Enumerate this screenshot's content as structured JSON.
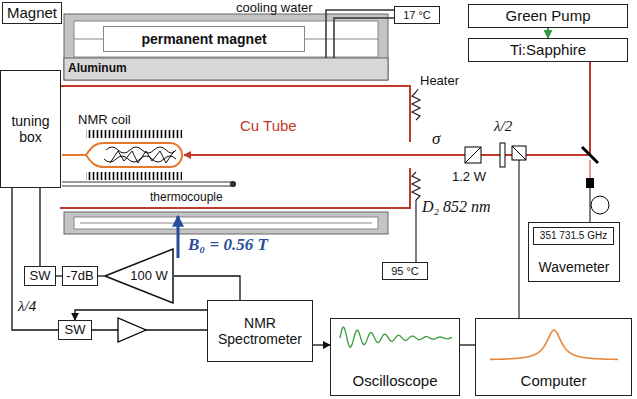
{
  "diagram": {
    "nodes": [
      {
        "text": [
          "Magnet"
        ]
      },
      {
        "text": [
          "permanent magnet"
        ]
      },
      {
        "text": [
          "tuning box"
        ]
      },
      {
        "text": [
          "Green Pump"
        ]
      },
      {
        "text": [
          "Ti:Sapphire"
        ]
      },
      {
        "text": [
          "17 °C"
        ]
      },
      {
        "text": [
          "95 °C"
        ]
      },
      {
        "text": [
          "Wavemeter"
        ]
      },
      {
        "text": [
          "351 731.5 GHz"
        ],
        "in": 7
      },
      {
        "text": [
          "SW"
        ]
      },
      {
        "text": [
          "-7dB"
        ]
      },
      {
        "text": [
          "100 W"
        ]
      },
      {
        "text": [
          "SW"
        ]
      },
      {
        "text": [
          "NMR Spectrometer"
        ]
      },
      {
        "text": [
          "Oscilloscope"
        ]
      },
      {
        "text": [
          "Computer"
        ]
      }
    ],
    "edges": [
      {
        "from": 3,
        "to": 4,
        "arrow": "to"
      },
      {
        "from": 2,
        "to": 9,
        "arrow": "none"
      },
      {
        "from": 10,
        "to": 9,
        "arrow": "none"
      },
      {
        "from": 11,
        "to": 10,
        "arrow": "none"
      },
      {
        "from": 13,
        "to": 11,
        "arrow": "none"
      },
      {
        "from": 2,
        "to": 12,
        "arrow": "none",
        "label": "λ/4"
      },
      {
        "from": 12,
        "to": 13,
        "arrow": "none"
      },
      {
        "from": 13,
        "to": 12,
        "arrow": "to"
      },
      {
        "from": 13,
        "to": 14,
        "arrow": "to"
      },
      {
        "from": 14,
        "to": 15,
        "arrow": "none"
      }
    ],
    "labels": [
      "cooling water",
      "Aluminum",
      "NMR coil",
      "Cu Tube",
      "Heater",
      "thermocouple",
      "B₀ = 0.56 T",
      "σ",
      "1.2 W",
      "λ/2",
      "D₂ 852 nm"
    ]
  }
}
